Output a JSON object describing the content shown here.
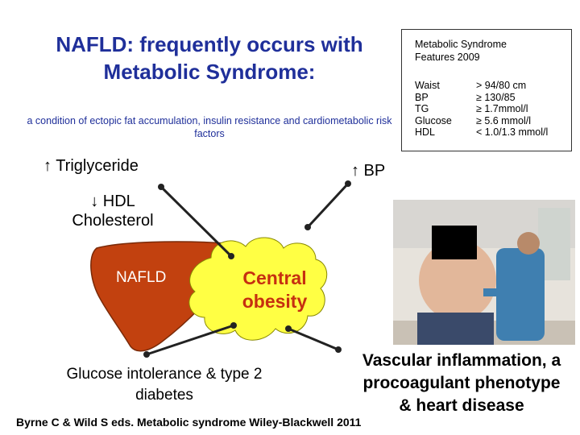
{
  "slide": {
    "title": "NAFLD: frequently occurs with Metabolic Syndrome:",
    "subtitle": "a condition of ectopic fat accumulation, insulin resistance and cardiometabolic risk factors",
    "citation": "Byrne C & Wild S eds. Metabolic syndrome Wiley-Blackwell 2011"
  },
  "features": {
    "title_line1": "Metabolic Syndrome",
    "title_line2": "Features 2009",
    "rows": [
      {
        "name": "Waist",
        "value": "> 94/80 cm"
      },
      {
        "name": "BP",
        "value": "≥ 130/85"
      },
      {
        "name": "TG",
        "value": "≥ 1.7mmol/l"
      },
      {
        "name": "Glucose",
        "value": "≥ 5.6 mmol/l"
      },
      {
        "name": "HDL",
        "value": "< 1.0/1.3 mmol/l"
      }
    ]
  },
  "nodes": {
    "triglyceride": "↑ Triglyceride",
    "bp": "↑ BP",
    "hdl_line1": "↓ HDL",
    "hdl_line2": "Cholesterol",
    "nafld": "NAFLD",
    "central_obesity_line1": "Central",
    "central_obesity_line2": "obesity",
    "glucose_line1": "Glucose intolerance & type 2",
    "glucose_line2": "diabetes",
    "vascular_line1": "Vascular inflammation, a",
    "vascular_line2": "procoagulant phenotype",
    "vascular_line3": "& heart disease"
  },
  "colors": {
    "title": "#1f2f9a",
    "liver": "#c2410f",
    "cloud": "#ffff44",
    "obesity_text": "#c62f10"
  }
}
